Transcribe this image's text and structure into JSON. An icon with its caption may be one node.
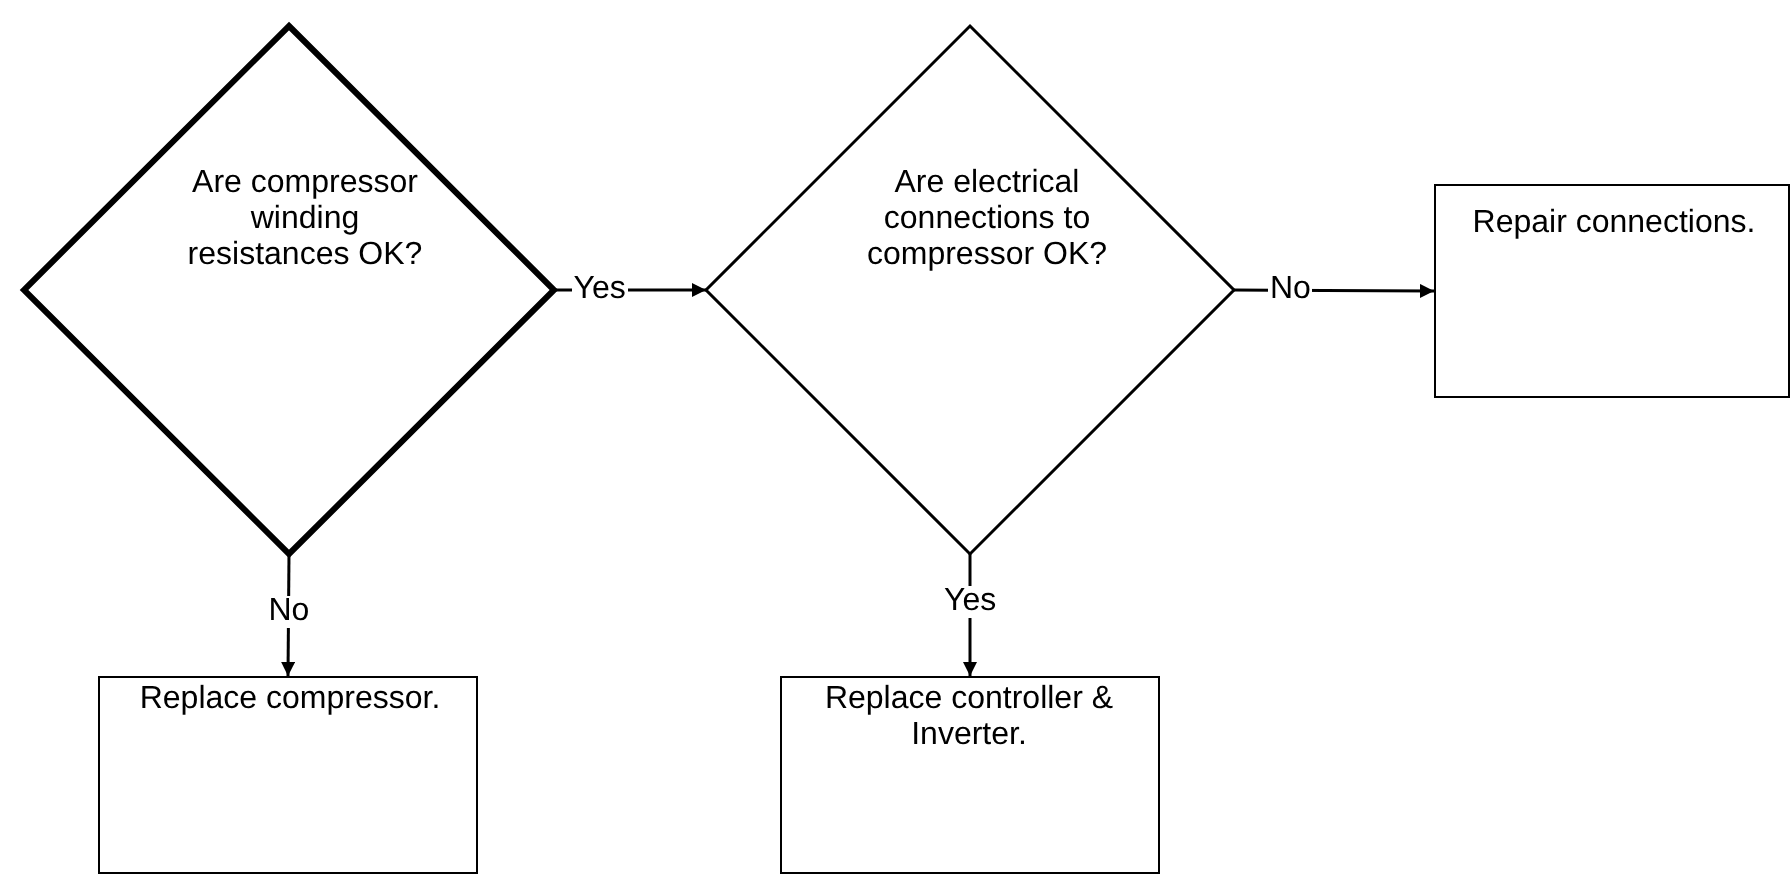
{
  "diagram": {
    "nodes": [
      {
        "text": [
          "Are compressor winding resistances OK?"
        ]
      },
      {
        "text": [
          "Are electrical connections to compressor OK?"
        ]
      },
      {
        "text": [
          "Repair connections."
        ]
      },
      {
        "text": [
          "Replace compressor."
        ]
      },
      {
        "text": [
          "Replace controller & Inverter."
        ]
      }
    ],
    "edges": [
      {
        "from": 0,
        "to": 1,
        "label": "Yes",
        "arrow": "to"
      },
      {
        "from": 1,
        "to": 2,
        "label": "No",
        "arrow": "to"
      },
      {
        "from": 0,
        "to": 3,
        "label": "No",
        "arrow": "to"
      },
      {
        "from": 1,
        "to": 4,
        "label": "Yes",
        "arrow": "to"
      }
    ]
  }
}
